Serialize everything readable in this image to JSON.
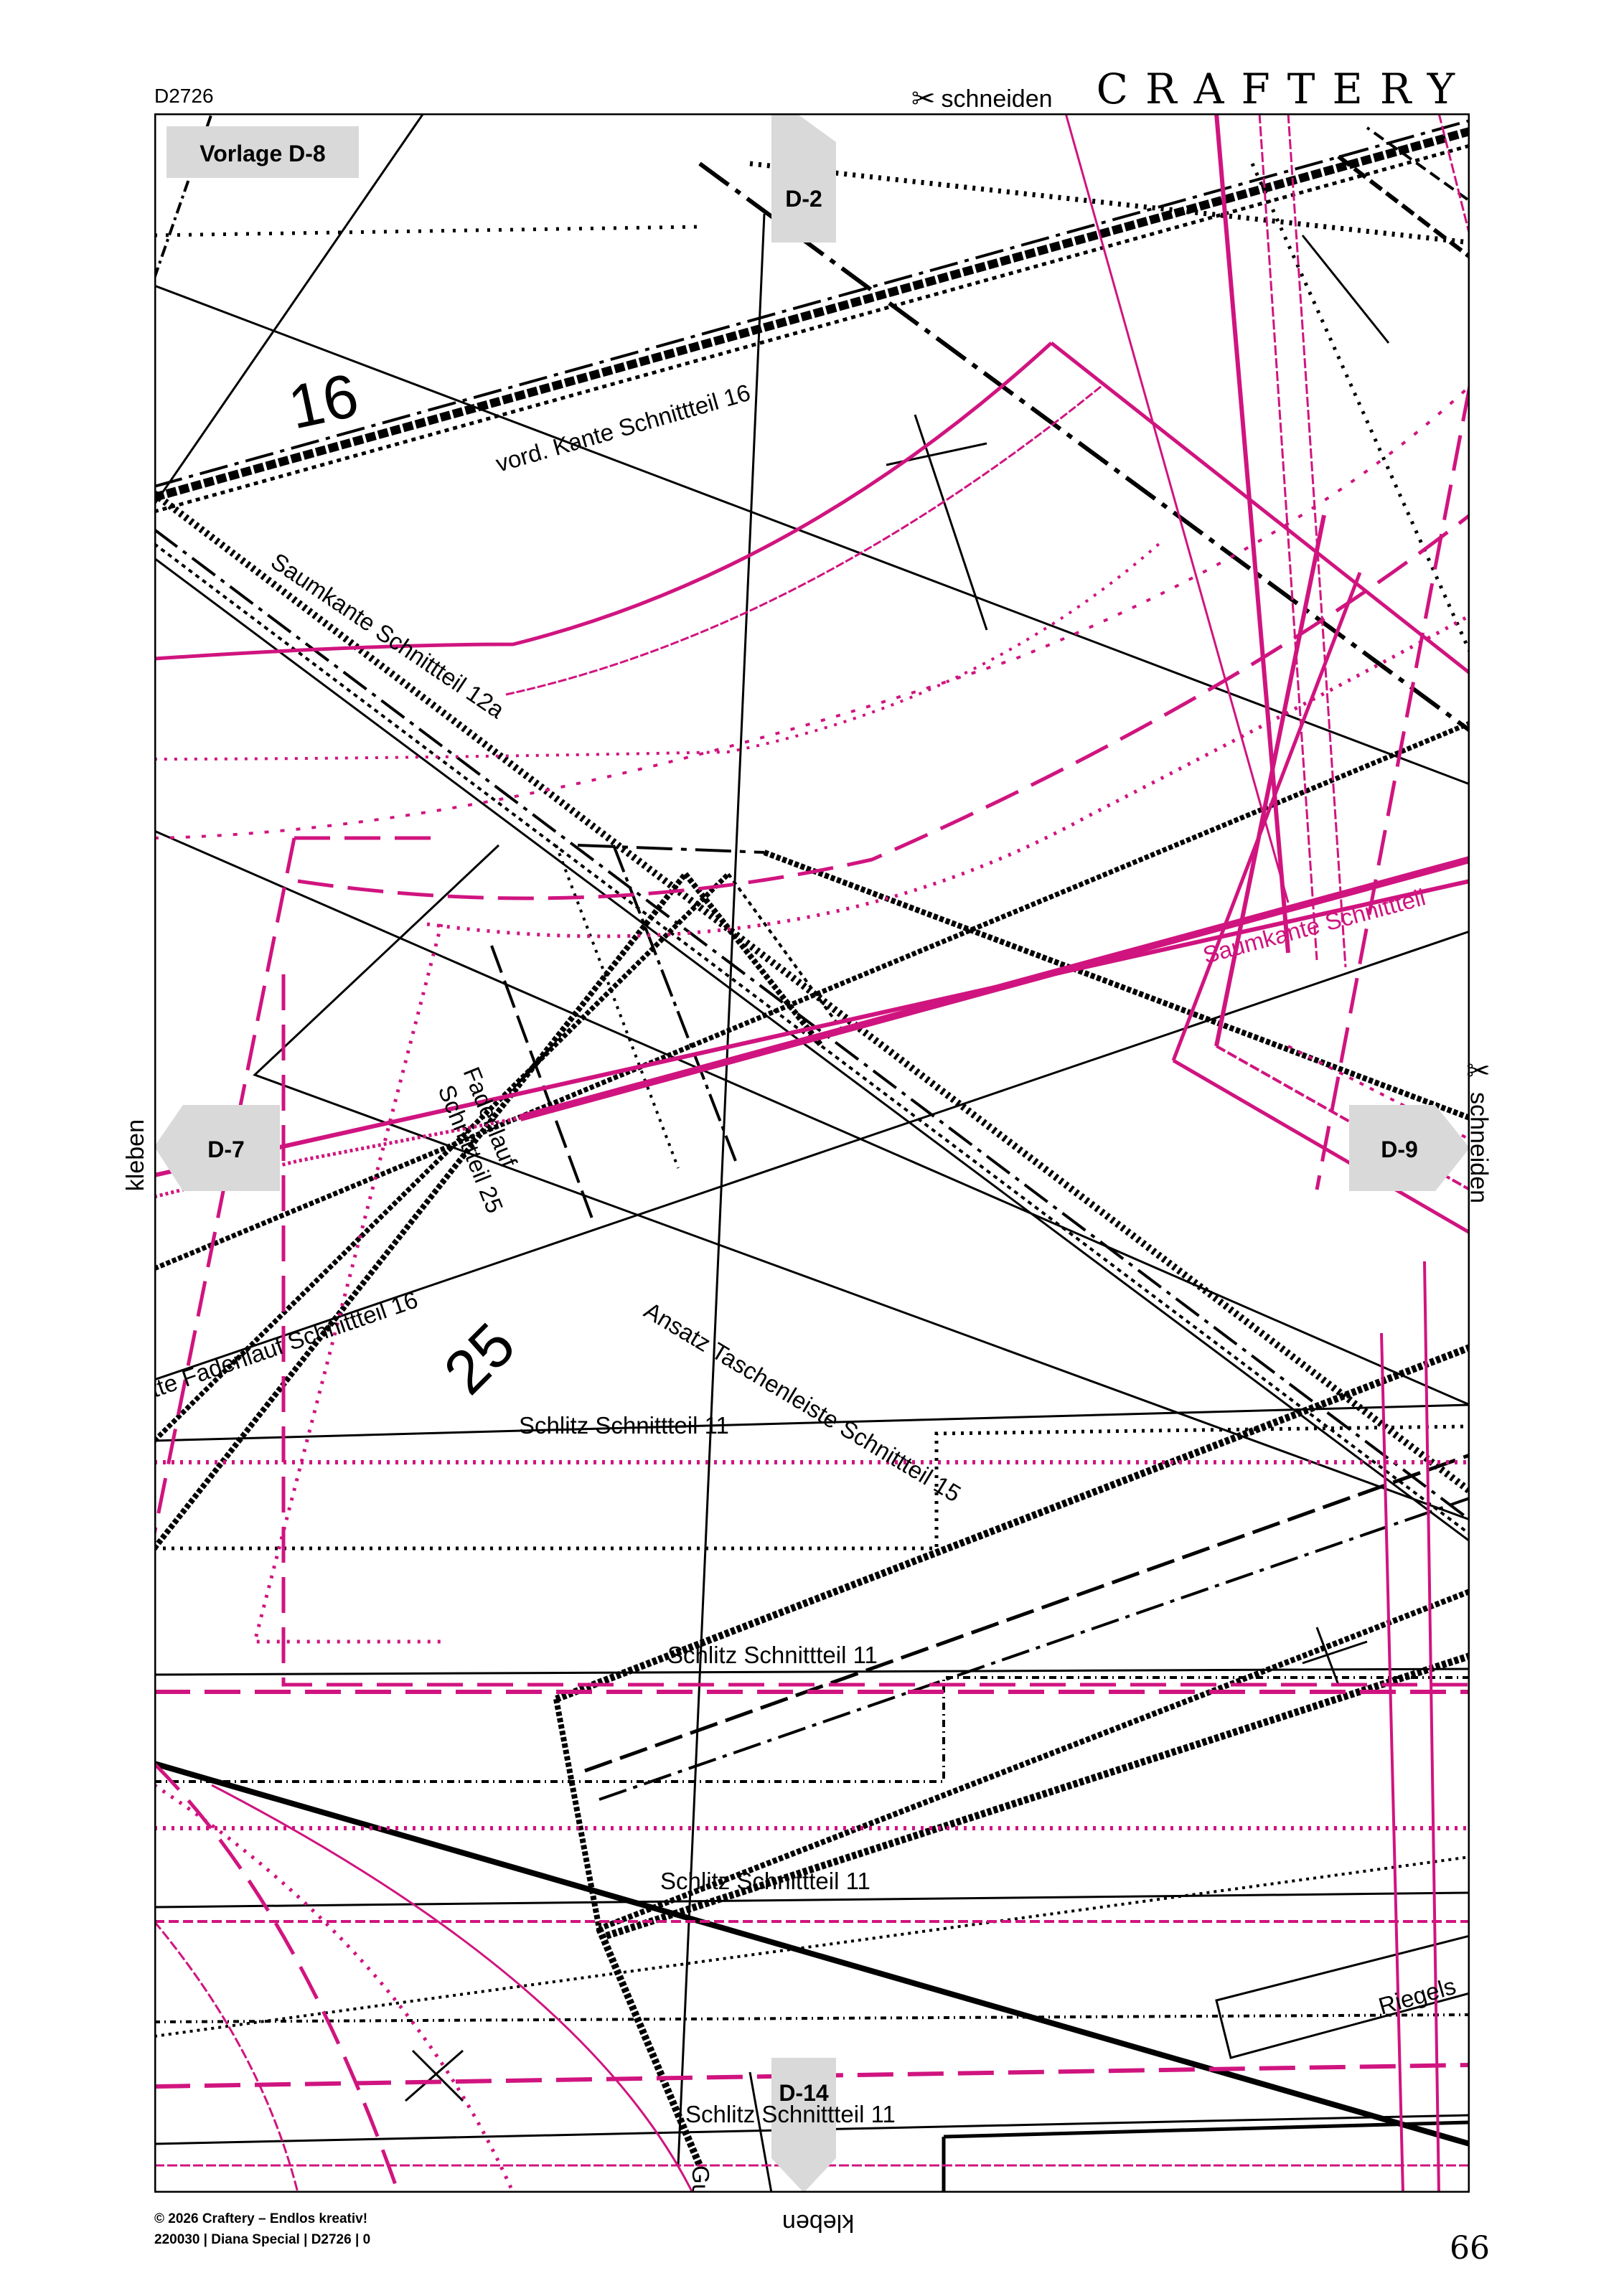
{
  "header": {
    "doc_code": "D2726",
    "brand": "CRAFTERY",
    "cut_label": "schneiden"
  },
  "sheet": {
    "vorlage": "Vorlage D-8",
    "neighbors": {
      "top": "D-2",
      "left": "D-7",
      "right": "D-9",
      "bottom": "D-14"
    },
    "glue_label": "kleben",
    "piece_numbers": [
      "16",
      "25"
    ],
    "labels": {
      "vord_kante": "vord. Kante Schnittteil 16",
      "saumkante_12a": "Saumkante Schnittteil 12a",
      "saumkante_pink": "Saumkante Schnittteil",
      "fadenlauf_25_line1": "Fadenlauf",
      "fadenlauf_25_line2": "Schnittteil 25",
      "fadenlauf_16": "tte Fadenlauf Schnittteil 16",
      "ansatz": "Ansatz Taschenleiste Schnittteil 15",
      "schlitz_1": "Schlitz Schnittteil 11",
      "schlitz_2": "Schlitz Schnittteil 11",
      "schlitz_3": "Schlitz Schnittteil 11",
      "schlitz_4": "Schlitz Schnittteil 11",
      "riegel": "Riegels",
      "gu": "Gu"
    }
  },
  "colors": {
    "magenta": "#d0147f",
    "gray_tab": "#d9d9d9",
    "ink": "#000000"
  },
  "footer": {
    "copyright": "© 2026 Craftery – Endlos kreativ!",
    "info": "220030 | Diana Special | D2726 | 0",
    "page_number": "66"
  }
}
